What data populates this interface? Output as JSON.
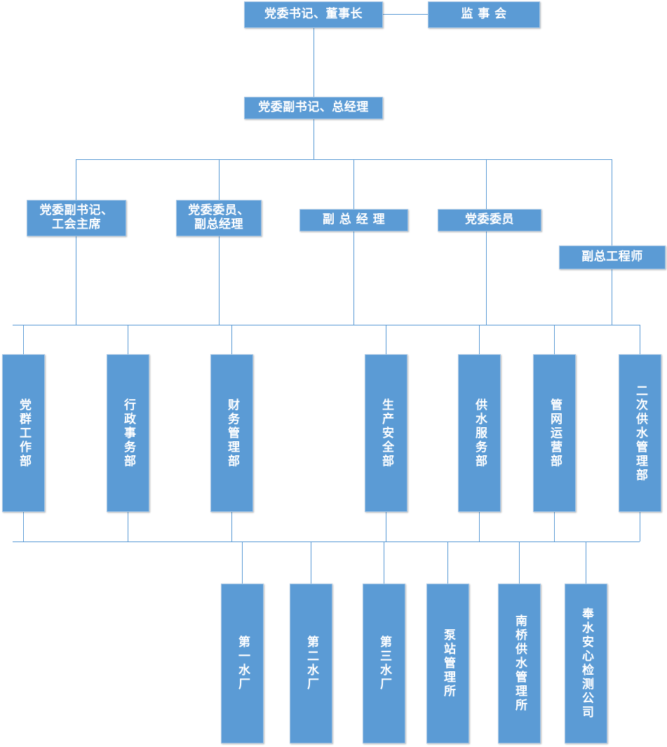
{
  "chart_data": {
    "type": "diagram",
    "title": "组织架构图",
    "accent_color": "#5B9BD5",
    "line_color": "#5B9BD5",
    "text_color": "#FFFFFF",
    "background": "#FFFFFF",
    "levels": [
      {
        "level": 1,
        "nodes": [
          {
            "id": "chairman",
            "label": "党委书记、董事长",
            "orientation": "horizontal"
          },
          {
            "id": "supervisory-board",
            "label": "监 事 会",
            "orientation": "horizontal"
          }
        ]
      },
      {
        "level": 2,
        "nodes": [
          {
            "id": "general-manager",
            "label": "党委副书记、总经理",
            "orientation": "horizontal"
          }
        ]
      },
      {
        "level": 3,
        "nodes": [
          {
            "id": "deputy-secretary-union-chair",
            "label": "党委副书记、\n工会主席",
            "orientation": "horizontal"
          },
          {
            "id": "party-member-deputy-gm",
            "label": "党委委员、\n副总经理",
            "orientation": "horizontal"
          },
          {
            "id": "deputy-general-manager",
            "label": "副 总 经 理",
            "orientation": "horizontal"
          },
          {
            "id": "party-committee-member",
            "label": "党委委员",
            "orientation": "horizontal"
          },
          {
            "id": "deputy-chief-engineer",
            "label": "副总工程师",
            "orientation": "horizontal"
          }
        ]
      },
      {
        "level": 4,
        "nodes": [
          {
            "id": "party-mass-work-dept",
            "label": "党群工作部",
            "orientation": "vertical"
          },
          {
            "id": "admin-affairs-dept",
            "label": "行政事务部",
            "orientation": "vertical"
          },
          {
            "id": "finance-management-dept",
            "label": "财务管理部",
            "orientation": "vertical"
          },
          {
            "id": "production-safety-dept",
            "label": "生产安全部",
            "orientation": "vertical"
          },
          {
            "id": "water-supply-service-dept",
            "label": "供水服务部",
            "orientation": "vertical"
          },
          {
            "id": "pipe-network-operation-dept",
            "label": "管网运营部",
            "orientation": "vertical"
          },
          {
            "id": "secondary-water-supply-management-dept",
            "label": "二次供水管理部",
            "orientation": "vertical"
          }
        ]
      },
      {
        "level": 5,
        "nodes": [
          {
            "id": "first-water-plant",
            "label": "第一水厂",
            "orientation": "vertical"
          },
          {
            "id": "second-water-plant",
            "label": "第二水厂",
            "orientation": "vertical"
          },
          {
            "id": "third-water-plant",
            "label": "第三水厂",
            "orientation": "vertical"
          },
          {
            "id": "pump-station-management-office",
            "label": "泵站管理所",
            "orientation": "vertical"
          },
          {
            "id": "nanqiao-water-supply-management-office",
            "label": "南桥供水管理所",
            "orientation": "vertical"
          },
          {
            "id": "fengshui-anxin-testing-company",
            "label": "奉水安心检测公司",
            "orientation": "vertical"
          }
        ]
      }
    ]
  },
  "nodes": {
    "chairman": "党委书记、董事长",
    "supervisory_board": "监 事 会",
    "general_manager": "党委副书记、总经理",
    "deputy_secretary_union_chair": "党委副书记、\n工会主席",
    "party_member_deputy_gm": "党委委员、\n副总经理",
    "deputy_general_manager": "副 总 经 理",
    "party_committee_member": "党委委员",
    "deputy_chief_engineer": "副总工程师",
    "party_mass_work_dept": "党群工作部",
    "admin_affairs_dept": "行政事务部",
    "finance_management_dept": "财务管理部",
    "production_safety_dept": "生产安全部",
    "water_supply_service_dept": "供水服务部",
    "pipe_network_operation_dept": "管网运营部",
    "secondary_water_supply_dept": "二次供水管理部",
    "first_water_plant": "第一水厂",
    "second_water_plant": "第二水厂",
    "third_water_plant": "第三水厂",
    "pump_station_office": "泵站管理所",
    "nanqiao_water_office": "南桥供水管理所",
    "fengshui_anxin_company": "奉水安心检测公司"
  }
}
